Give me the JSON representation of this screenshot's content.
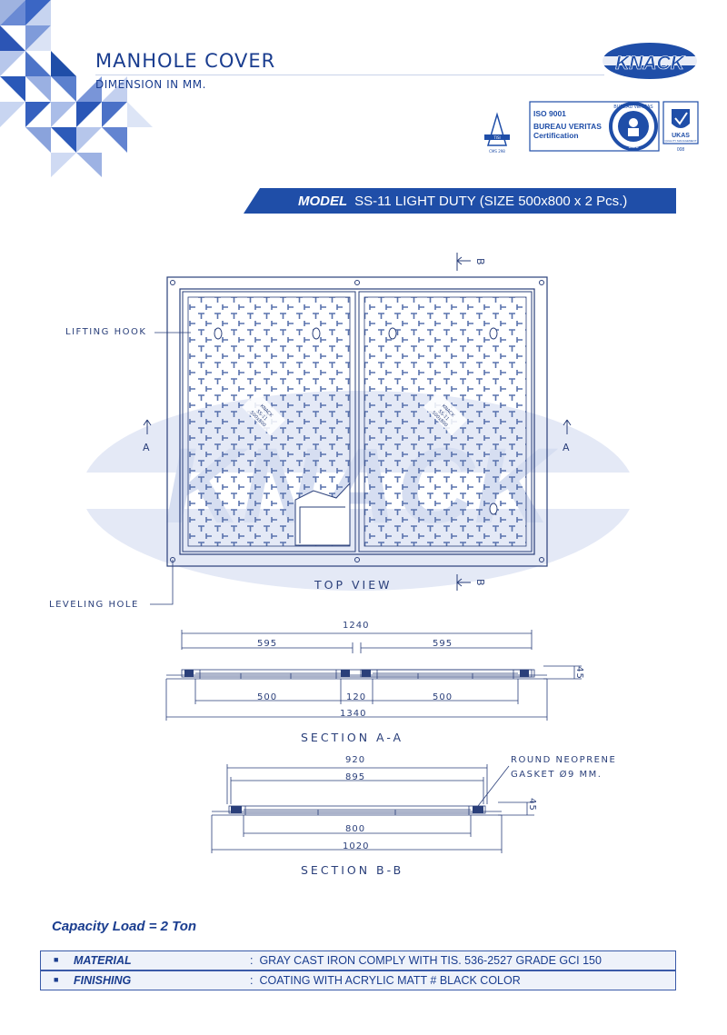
{
  "header": {
    "title": "MANHOLE COVER",
    "subtitle": "DIMENSION IN MM."
  },
  "brand": {
    "logo_text": "KNACK",
    "color_primary": "#1f4ea8",
    "color_light": "#dfe5f4"
  },
  "certifications": {
    "iso": "ISO 9001",
    "bv": "BUREAU VERITAS",
    "cert": "Certification",
    "bv_ring": "BUREAU VERITAS",
    "bv_year": "1828",
    "ukas": "UKAS",
    "ukas_sub": "QUALITY MANAGEMENT",
    "ukas_num": "008",
    "tis_mark": "TISI",
    "tis_num": "CMS 298"
  },
  "model": {
    "label": "MODEL",
    "value": "SS-11 LIGHT DUTY (SIZE 500x800 x 2 Pcs.)"
  },
  "drawing": {
    "lifting_hook": "LIFTING HOOK",
    "leveling_hole": "LEVELING HOLE",
    "section_marker_a": "A",
    "section_marker_b": "B",
    "top_view": "TOP VIEW",
    "section_aa": "SECTION A-A",
    "section_bb": "SECTION B-B",
    "gasket_line1": "ROUND NEOPRENE",
    "gasket_line2": "GASKET Ø9 MM.",
    "cover_stamp": [
      "KNACK",
      "SS-11",
      "500x800"
    ],
    "dims_aa": {
      "overall_top": "1240",
      "left_top": "595",
      "right_top": "595",
      "left_bottom": "500",
      "middle_bottom": "120",
      "right_bottom": "500",
      "overall_bottom": "1340",
      "height": "45"
    },
    "dims_bb": {
      "top": "920",
      "inner": "895",
      "bottom_inner": "800",
      "overall": "1020",
      "height": "45"
    }
  },
  "capacity": "Capacity Load = 2 Ton",
  "specs": [
    {
      "key": "MATERIAL",
      "value": "GRAY CAST IRON COMPLY WITH TIS. 536-2527 GRADE GCI 150"
    },
    {
      "key": "FINISHING",
      "value": "COATING WITH ACRYLIC MATT # BLACK COLOR"
    }
  ],
  "spec_separator": ":",
  "bullet": "■"
}
